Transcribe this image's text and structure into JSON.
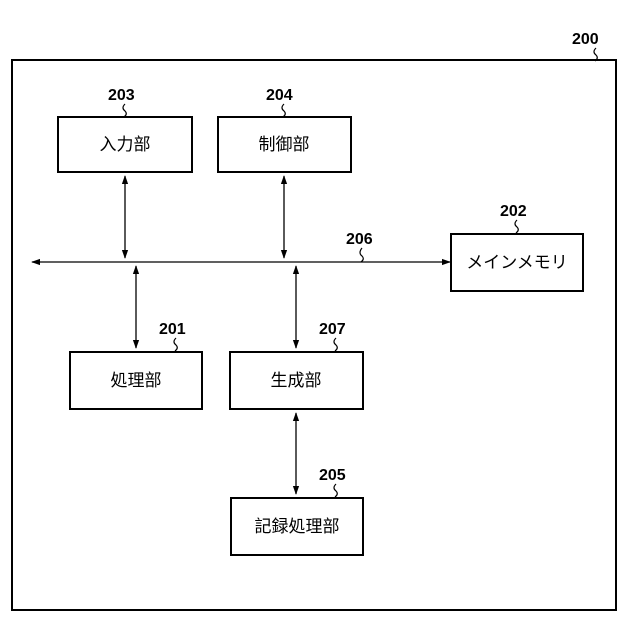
{
  "diagram": {
    "system_ref": "200",
    "blocks": {
      "input": {
        "label": "入力部",
        "ref": "203"
      },
      "control": {
        "label": "制御部",
        "ref": "204"
      },
      "mainmemory": {
        "label": "メインメモリ",
        "ref": "202"
      },
      "processing": {
        "label": "処理部",
        "ref": "201"
      },
      "generation": {
        "label": "生成部",
        "ref": "207"
      },
      "recording": {
        "label": "記録処理部",
        "ref": "205"
      }
    },
    "bus_ref": "206"
  }
}
